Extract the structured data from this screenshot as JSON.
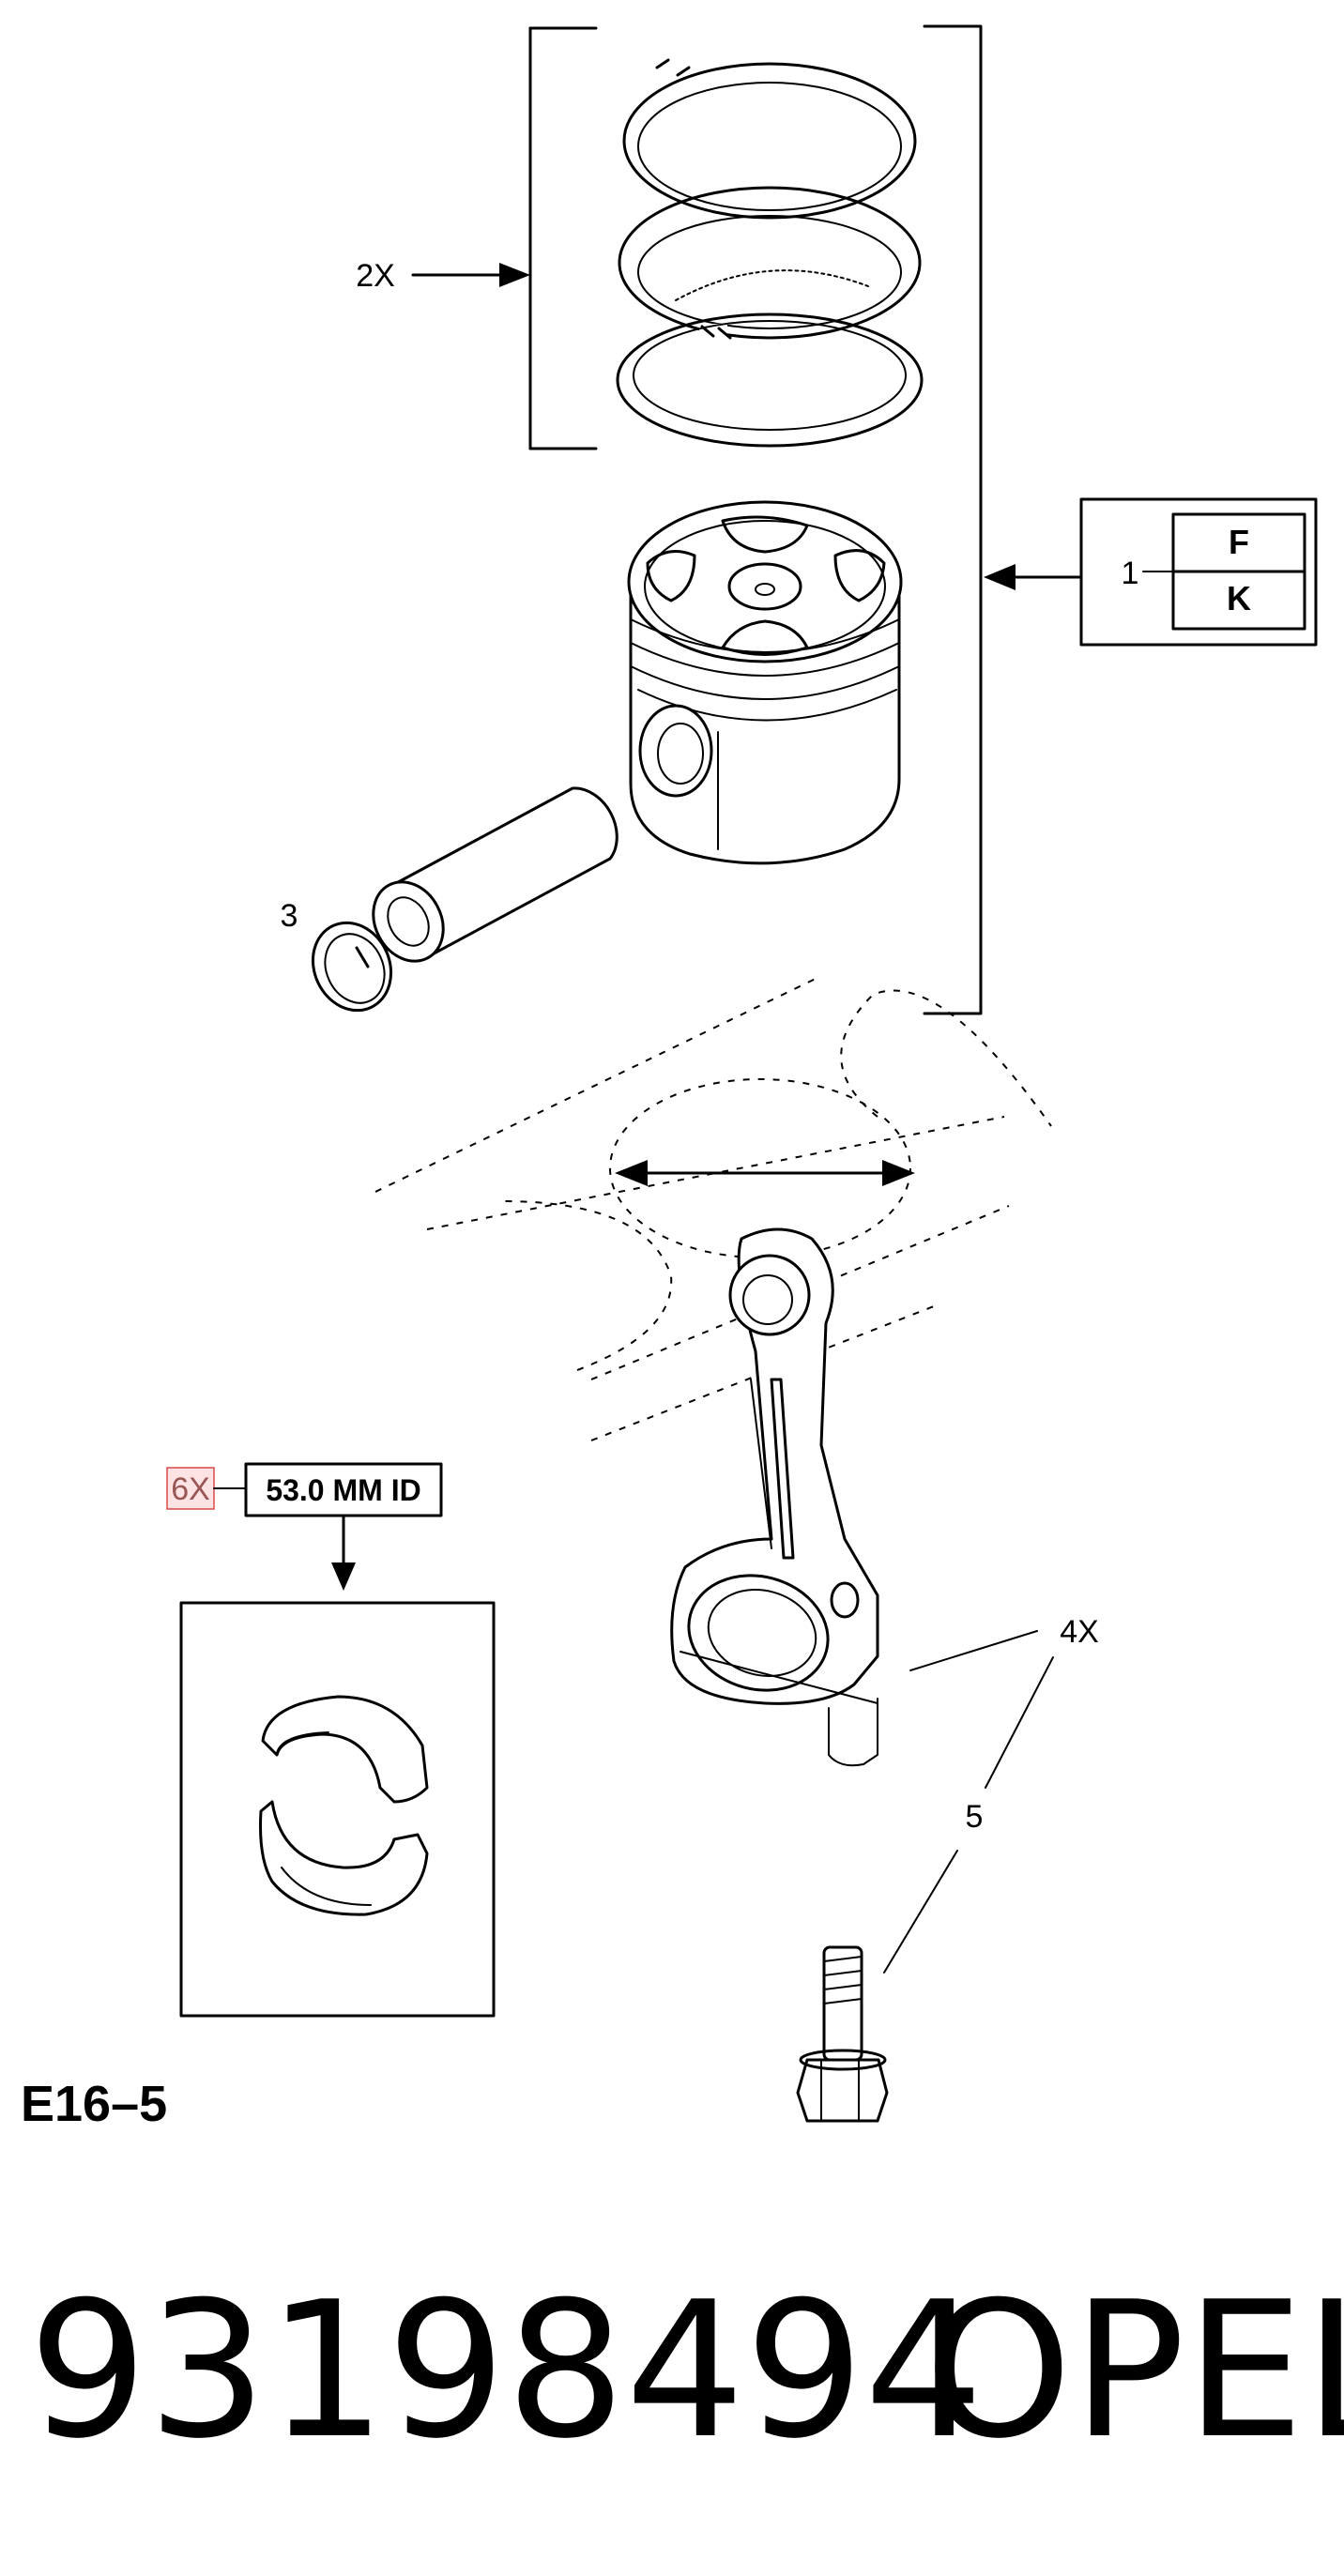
{
  "callouts": {
    "rings_qty": "2X",
    "piston_ref": "1",
    "piston_variant_top": "F",
    "piston_variant_bottom": "K",
    "retainer_ref": "3",
    "conrod_qty": "4X",
    "bolt_ref": "5",
    "bearing_qty": "6X",
    "bearing_size": "53.0 MM ID"
  },
  "diagram_code": "E16–5",
  "footer": {
    "part_number": "93198494",
    "brand": "OPEL"
  },
  "colors": {
    "line": "#000000",
    "highlight_fill": "#fde3e3",
    "highlight_stroke": "#d94a4a",
    "highlight_text": "#9a5555"
  }
}
